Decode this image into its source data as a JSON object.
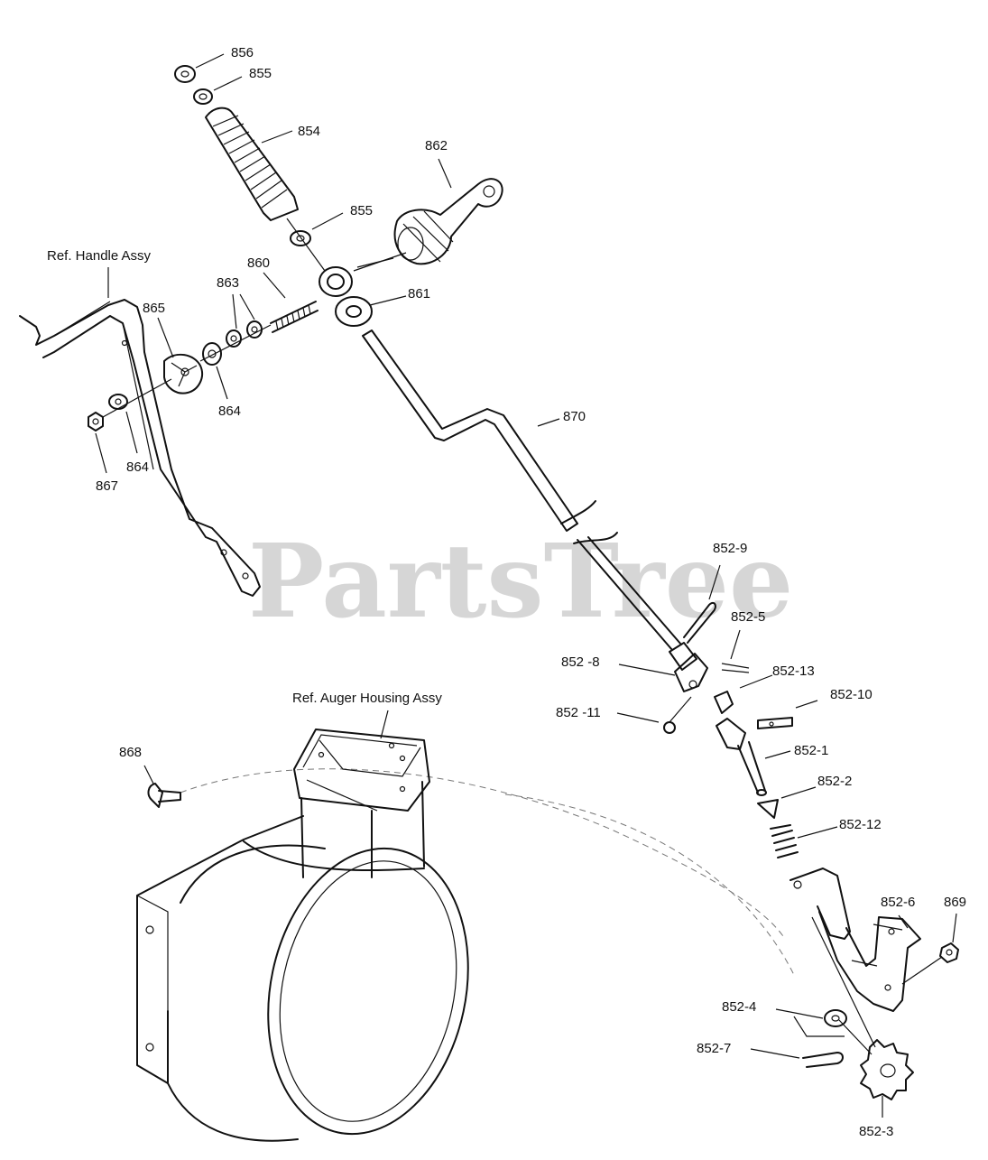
{
  "watermark": "PartsTree",
  "ref_labels": {
    "handle": "Ref. Handle Assy",
    "auger": "Ref. Auger Housing Assy"
  },
  "callouts": {
    "p856": "856",
    "p855a": "855",
    "p854": "854",
    "p862": "862",
    "p855b": "855",
    "p860": "860",
    "p863": "863",
    "p861": "861",
    "p865": "865",
    "p864a": "864",
    "p864b": "864",
    "p867": "867",
    "p870": "870",
    "p852_9": "852-9",
    "p852_5": "852-5",
    "p852_8": "852 -8",
    "p852_13": "852-13",
    "p852_11": "852 -11",
    "p852_10": "852-10",
    "p852_1": "852-1",
    "p852_2": "852-2",
    "p852_12": "852-12",
    "p868": "868",
    "p852_6": "852-6",
    "p869": "869",
    "p852_4": "852-4",
    "p852_7": "852-7",
    "p852_3": "852-3"
  }
}
